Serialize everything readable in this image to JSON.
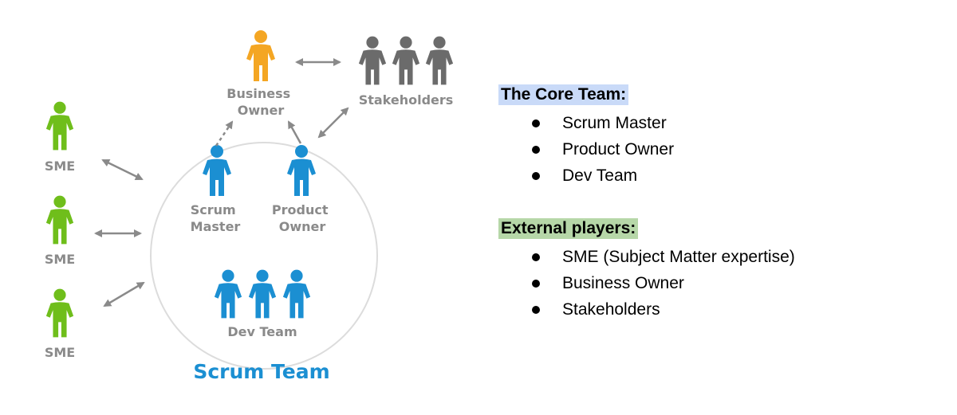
{
  "colors": {
    "sme": "#6fbe1b",
    "business_owner": "#f4a623",
    "stakeholders": "#6b6b6b",
    "scrum": "#1b8fd2",
    "arrow": "#8a8a8a",
    "circle": "#dcdcdc",
    "core_highlight": "#c9daf8",
    "external_highlight": "#b6d7a8"
  },
  "diagram": {
    "business_owner": [
      "Business",
      "Owner"
    ],
    "stakeholders": "Stakeholders",
    "scrum_master": [
      "Scrum",
      "Master"
    ],
    "product_owner": [
      "Product",
      "Owner"
    ],
    "dev_team": "Dev Team",
    "scrum_team": "Scrum Team",
    "sme_labels": [
      "SME",
      "SME",
      "SME"
    ]
  },
  "legend": {
    "core_title": "The Core Team:",
    "core_items": [
      "Scrum Master",
      "Product Owner",
      "Dev Team"
    ],
    "external_title": "External players:",
    "external_items": [
      "SME (Subject Matter expertise)",
      "Business Owner",
      "Stakeholders"
    ]
  }
}
